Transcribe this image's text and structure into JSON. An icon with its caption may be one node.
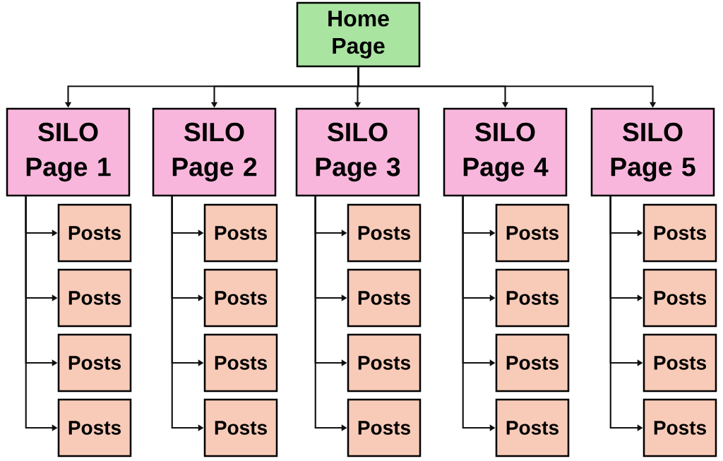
{
  "diagram": {
    "nodes": [
      {
        "text": [
          "Home Page"
        ]
      },
      {
        "text": [
          "SILO Page 1"
        ]
      },
      {
        "text": [
          "SILO Page 2"
        ]
      },
      {
        "text": [
          "SILO Page 3"
        ]
      },
      {
        "text": [
          "SILO Page 4"
        ]
      },
      {
        "text": [
          "SILO Page 5"
        ]
      },
      {
        "text": [
          "Posts"
        ]
      },
      {
        "text": [
          "Posts"
        ]
      },
      {
        "text": [
          "Posts"
        ]
      },
      {
        "text": [
          "Posts"
        ]
      },
      {
        "text": [
          "Posts"
        ]
      },
      {
        "text": [
          "Posts"
        ]
      },
      {
        "text": [
          "Posts"
        ]
      },
      {
        "text": [
          "Posts"
        ]
      },
      {
        "text": [
          "Posts"
        ]
      },
      {
        "text": [
          "Posts"
        ]
      },
      {
        "text": [
          "Posts"
        ]
      },
      {
        "text": [
          "Posts"
        ]
      },
      {
        "text": [
          "Posts"
        ]
      },
      {
        "text": [
          "Posts"
        ]
      },
      {
        "text": [
          "Posts"
        ]
      },
      {
        "text": [
          "Posts"
        ]
      },
      {
        "text": [
          "Posts"
        ]
      },
      {
        "text": [
          "Posts"
        ]
      },
      {
        "text": [
          "Posts"
        ]
      },
      {
        "text": [
          "Posts"
        ]
      }
    ],
    "edges": [
      {
        "from": 0,
        "to": 1,
        "arrow": "to"
      },
      {
        "from": 0,
        "to": 2,
        "arrow": "to"
      },
      {
        "from": 0,
        "to": 3,
        "arrow": "to"
      },
      {
        "from": 0,
        "to": 4,
        "arrow": "to"
      },
      {
        "from": 0,
        "to": 5,
        "arrow": "to"
      },
      {
        "from": 1,
        "to": 6,
        "arrow": "to"
      },
      {
        "from": 1,
        "to": 7,
        "arrow": "to"
      },
      {
        "from": 1,
        "to": 8,
        "arrow": "to"
      },
      {
        "from": 1,
        "to": 9,
        "arrow": "to"
      },
      {
        "from": 2,
        "to": 10,
        "arrow": "to"
      },
      {
        "from": 2,
        "to": 11,
        "arrow": "to"
      },
      {
        "from": 2,
        "to": 12,
        "arrow": "to"
      },
      {
        "from": 2,
        "to": 13,
        "arrow": "to"
      },
      {
        "from": 3,
        "to": 14,
        "arrow": "to"
      },
      {
        "from": 3,
        "to": 15,
        "arrow": "to"
      },
      {
        "from": 3,
        "to": 16,
        "arrow": "to"
      },
      {
        "from": 3,
        "to": 17,
        "arrow": "to"
      },
      {
        "from": 4,
        "to": 18,
        "arrow": "to"
      },
      {
        "from": 4,
        "to": 19,
        "arrow": "to"
      },
      {
        "from": 4,
        "to": 20,
        "arrow": "to"
      },
      {
        "from": 4,
        "to": 21,
        "arrow": "to"
      },
      {
        "from": 5,
        "to": 22,
        "arrow": "to"
      },
      {
        "from": 5,
        "to": 23,
        "arrow": "to"
      },
      {
        "from": 5,
        "to": 24,
        "arrow": "to"
      },
      {
        "from": 5,
        "to": 25,
        "arrow": "to"
      }
    ]
  }
}
